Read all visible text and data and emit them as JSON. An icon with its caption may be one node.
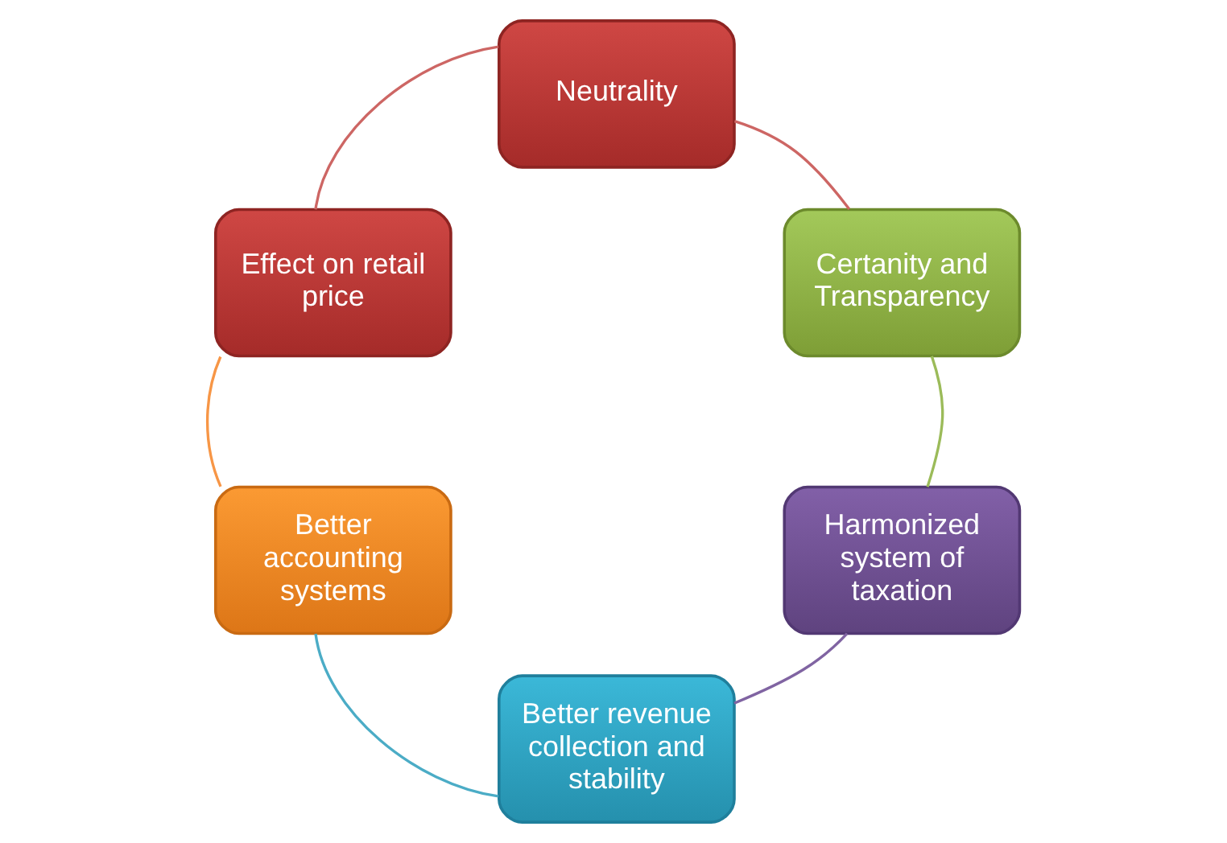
{
  "diagram": {
    "nodes": [
      {
        "text": [
          "Neutrality"
        ]
      },
      {
        "text": [
          "Certanity and Transparency"
        ]
      },
      {
        "text": [
          "Harmonized system of taxation"
        ]
      },
      {
        "text": [
          "Better revenue collection and stability"
        ]
      },
      {
        "text": [
          "Better accounting systems"
        ]
      },
      {
        "text": [
          "Effect on retail price"
        ]
      }
    ],
    "edges": [
      {
        "from": 0,
        "to": 1,
        "arrow": "none",
        "color": "#cd6664"
      },
      {
        "from": 1,
        "to": 2,
        "arrow": "none",
        "color": "#9bbb59"
      },
      {
        "from": 2,
        "to": 3,
        "arrow": "none",
        "color": "#8064a2"
      },
      {
        "from": 3,
        "to": 4,
        "arrow": "none",
        "color": "#4bacc6"
      },
      {
        "from": 4,
        "to": 5,
        "arrow": "none",
        "color": "#f79646"
      },
      {
        "from": 5,
        "to": 0,
        "arrow": "none",
        "color": "#cd6664"
      }
    ]
  }
}
